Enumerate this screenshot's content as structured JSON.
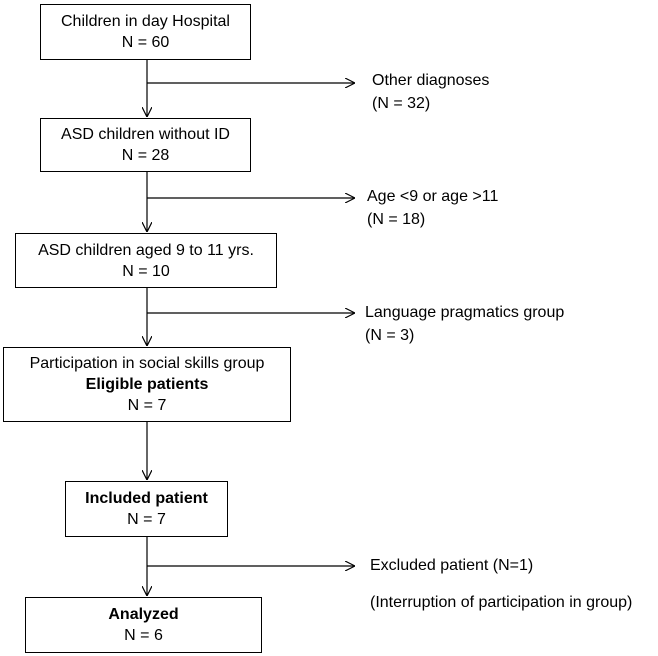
{
  "boxes": {
    "children_day_hospital": {
      "line1": "Children in day Hospital",
      "line2": "N = 60"
    },
    "asd_without_id": {
      "line1": "ASD children without ID",
      "line2": "N = 28"
    },
    "asd_aged": {
      "line1": "ASD children aged 9 to 11 yrs.",
      "line2": "N = 10"
    },
    "participation": {
      "line1": "Participation in social skills group",
      "line2": "Eligible patients",
      "line3": "N = 7"
    },
    "included": {
      "line1": "Included patient",
      "line2": "N = 7"
    },
    "analyzed": {
      "line1": "Analyzed",
      "line2": "N = 6"
    }
  },
  "exclusions": {
    "other_diagnoses": {
      "line1": "Other diagnoses",
      "line2": "(N = 32)"
    },
    "age": {
      "line1": "Age <9 or age >11",
      "line2": "(N = 18)"
    },
    "language": {
      "line1": "Language pragmatics group",
      "line2": "(N = 3)"
    },
    "excluded": {
      "line1": "Excluded patient (N=1)",
      "line2": "(Interruption of participation in group)"
    }
  }
}
